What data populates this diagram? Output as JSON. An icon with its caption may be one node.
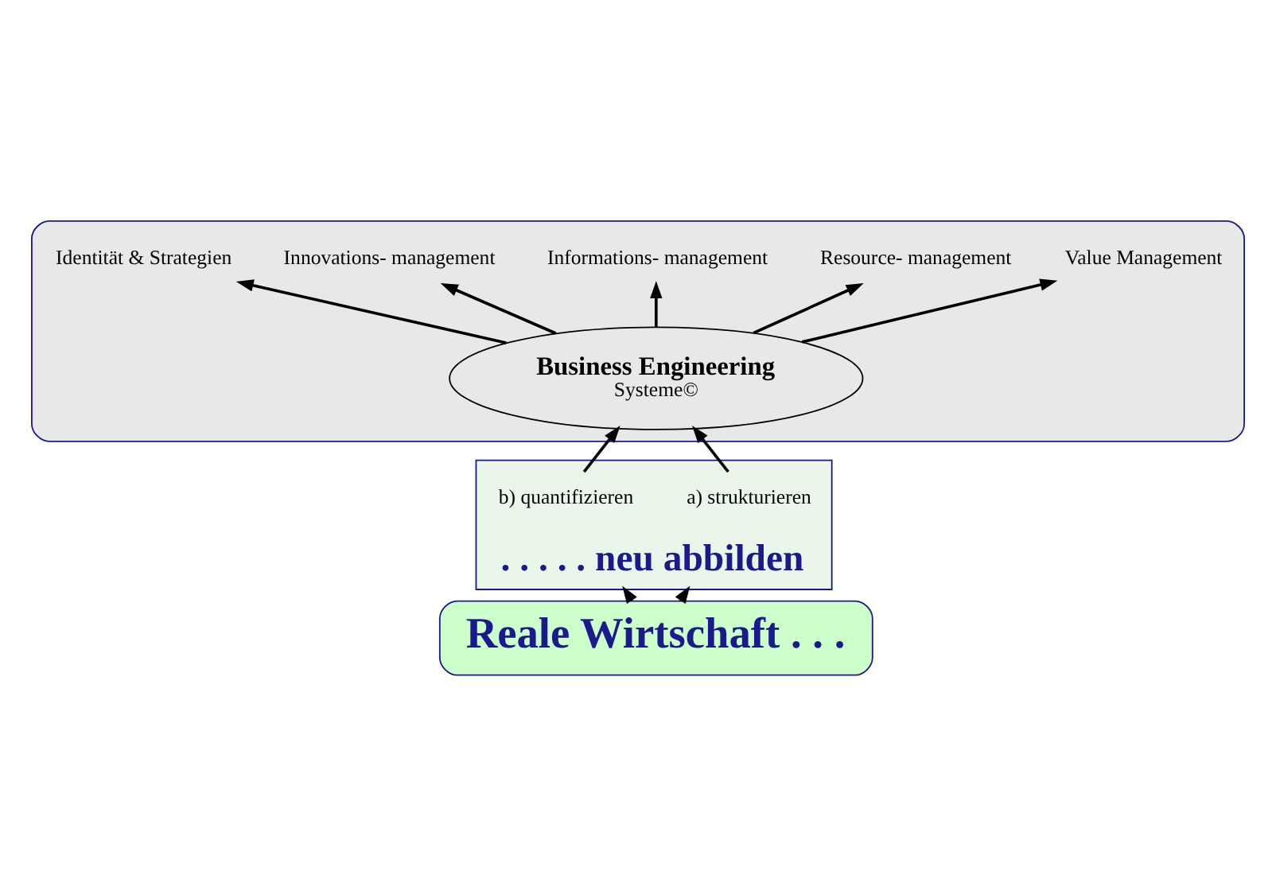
{
  "diagram": {
    "nodes": [
      {
        "text": [],
        "shape": "ellipse"
      },
      {
        "text": [
          "Business Engineering",
          "Systeme©"
        ],
        "in": 0
      },
      {
        "text": [
          "Identität & Strategien"
        ],
        "in": 0
      },
      {
        "text": [
          "Innovations- management"
        ],
        "in": 0
      },
      {
        "text": [
          "Informations- management"
        ],
        "in": 0
      },
      {
        "text": [
          "Resource- management"
        ],
        "in": 0
      },
      {
        "text": [
          "Value Management"
        ],
        "in": 0
      },
      {
        "text": [
          "Reale Wirtschaft . . ."
        ]
      },
      {
        "text": [
          ". . . . . neu abbilden"
        ]
      },
      {
        "text": [
          "a) strukturieren"
        ],
        "in": 8
      },
      {
        "text": [
          "b) quantifizieren"
        ],
        "in": 8
      }
    ],
    "edges": [
      {
        "from": 1,
        "to": 2,
        "arrow": "to"
      },
      {
        "from": 1,
        "to": 3,
        "arrow": "to"
      },
      {
        "from": 1,
        "to": 4,
        "arrow": "to"
      },
      {
        "from": 1,
        "to": 5,
        "arrow": "to"
      },
      {
        "from": 1,
        "to": 6,
        "arrow": "to"
      },
      {
        "from": 9,
        "to": 1,
        "arrow": "to"
      },
      {
        "from": 10,
        "to": 1,
        "arrow": "to"
      },
      {
        "from": 7,
        "to": 8,
        "arrow": "to"
      },
      {
        "from": 7,
        "to": 8,
        "arrow": "to"
      }
    ]
  }
}
